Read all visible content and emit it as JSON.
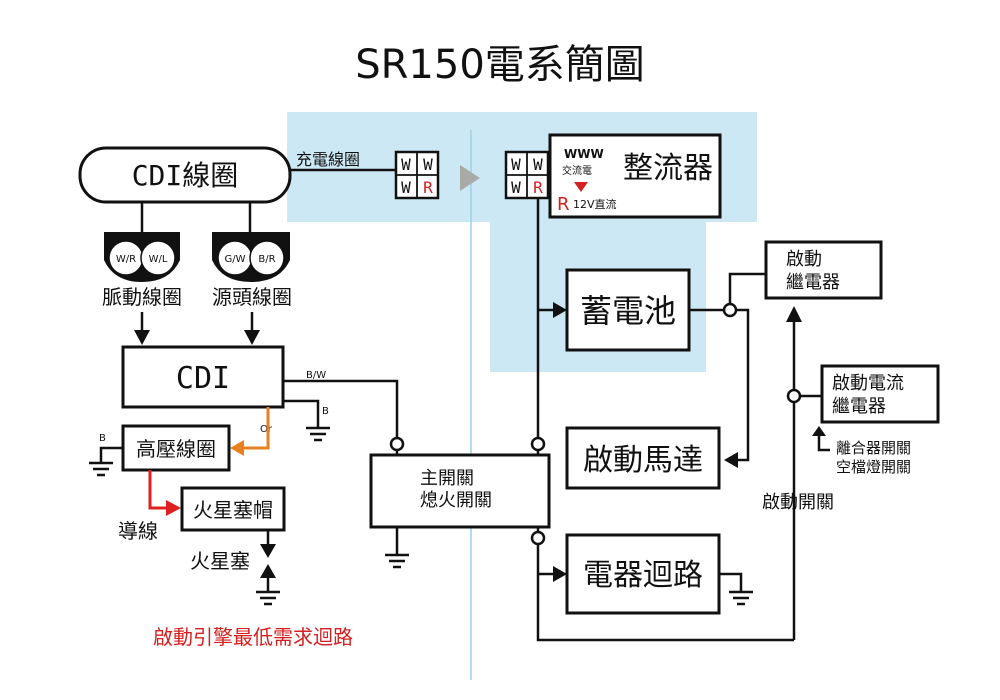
{
  "title": "SR150電系簡圖",
  "cdi_coil": {
    "label": "CDI線圈",
    "pulse_connector": {
      "left": "W/R",
      "right": "W/L"
    },
    "source_connector": {
      "left": "G/W",
      "right": "B/R"
    },
    "pulse_label": "脈動線圈",
    "source_label": "源頭線圈"
  },
  "charging": {
    "label": "充電線圈",
    "connector_left": [
      [
        "W",
        "W"
      ],
      [
        "W",
        "R"
      ]
    ],
    "connector_right": [
      [
        "W",
        "W"
      ],
      [
        "W",
        "R"
      ]
    ]
  },
  "rectifier": {
    "label": "整流器",
    "ac_symbol": "WWW",
    "ac_label": "交流電",
    "dc_letter": "R",
    "dc_label": "12V直流"
  },
  "cdi": {
    "label": "CDI",
    "bw_label": "B/W",
    "b_label": "B",
    "or_label": "Or"
  },
  "ignition_coil": {
    "label": "高壓線圈",
    "b_label": "B"
  },
  "spark_cap": {
    "label": "火星塞帽"
  },
  "lead_label": "導線",
  "spark_plug_label": "火星塞",
  "footer_note": "啟動引擎最低需求迴路",
  "main_switch": {
    "line1": "主開關",
    "line2": "熄火開關"
  },
  "battery": {
    "label": "蓄電池"
  },
  "starter_relay": {
    "line1": "啟動",
    "line2": "繼電器"
  },
  "current_relay": {
    "line1": "啟動電流",
    "line2": "繼電器"
  },
  "clutch_note": {
    "line1": "離合器開關",
    "line2": "空檔燈開關"
  },
  "starter_motor": {
    "label": "啟動馬達"
  },
  "start_switch_label": "啟動開關",
  "electrical_circuit": {
    "label": "電器迴路"
  },
  "colors": {
    "highlight": "#cce8f4",
    "wire": "#111111",
    "orange_wire": "#e8821e",
    "red_wire": "#e02020",
    "accent_red": "#d42020",
    "divider": "#9ccfe8",
    "arrow_gray": "#aaaaaa"
  }
}
